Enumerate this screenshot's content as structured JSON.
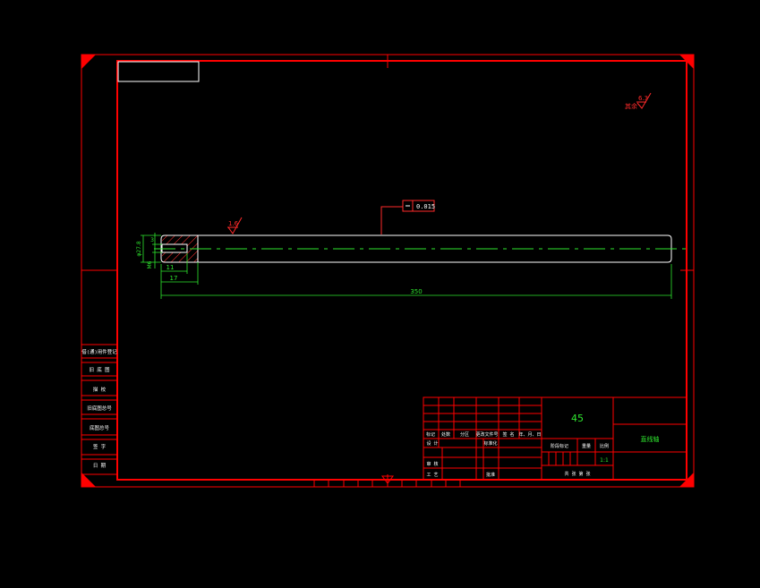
{
  "colors": {
    "frame": "#ff0000",
    "dimension": "#2ee62e",
    "part_outline": "#ffffff",
    "background": "#000000"
  },
  "drawing": {
    "tolerance_box": "0.015",
    "dim_overall_length": "350",
    "dim_11": "11",
    "dim_17": "17",
    "dim_diameter": "φ27.8",
    "dim_m": "M6",
    "dim_3": "3",
    "roughness_top": "6.3",
    "roughness_top_note": "其余",
    "roughness_part": "1.6"
  },
  "side_table": {
    "rows": [
      "借(通)用件登记",
      "旧 底 图",
      "描 校",
      "旧底图总号",
      "底图总号",
      "签 字",
      "日 期"
    ]
  },
  "title_block": {
    "material": "45",
    "part_name": "直线轴",
    "head_row": [
      "标记",
      "处数",
      "分区",
      "更改文件号",
      "签 名",
      "年、月、日"
    ],
    "designer": "设 计",
    "standardization": "标准化",
    "checker": "审 核",
    "process": "工 艺",
    "approver": "批准",
    "stage_mark": "阶段标记",
    "weight": "重量",
    "scale": "比例",
    "scale_value": "1:1",
    "sheets": "共 张 第 张"
  }
}
